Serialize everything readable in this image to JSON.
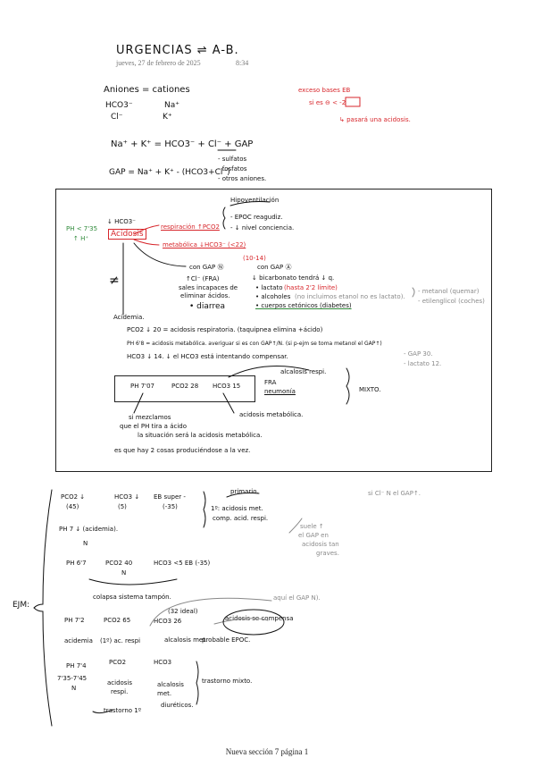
{
  "header": {
    "title": "URGENCIAS ⇌ A-B.",
    "date": "jueves, 27 de febrero de 2025",
    "time": "8:34"
  },
  "top_notes": {
    "aniones_cationes": "Aniones = cationes",
    "hco3": "HCO3⁻",
    "na": "Na⁺",
    "cl": "Cl⁻",
    "k": "K⁺",
    "eq1": "Na⁺ + K⁺ = HCO3⁻ + Cl⁻ + GAP",
    "list": [
      "- sulfatos",
      "- fosfatos",
      "- otros aniones."
    ],
    "eq2": "GAP = Na⁺ + K⁺ - (HCO3+Cl⁻)",
    "exceso_line1": "exceso bases EB",
    "exceso_line2": "si es ⊖ < -2",
    "exceso_line3": "↳ pasará una acidosis."
  },
  "box_notes": {
    "ph": "PH < 7'35",
    "h": "↑ H⁺",
    "hco3_down": "↓ HCO3⁻",
    "acidosis": "Acidosis",
    "respiracion": "respiración ↑PCO2",
    "hipoventilacion": "Hipoventilación",
    "epoc": "- EPOC reagudiz.",
    "nivel": "- ↓ nivel conciencia.",
    "metabolica": "metabólica ↓HCO3⁻ (<22)",
    "range": "(10-14)",
    "con_gap_n": "con GAP Ⓝ",
    "con_gap_up": "con GAP Ⓐ",
    "cl_fra": "↑Cl⁻ (FRA)",
    "sales": "sales incapaces de",
    "eliminar": "eliminar ácidos.",
    "diarrea": "• diarrea",
    "neq": "≠",
    "acidemia": "Acidemia.",
    "bicarbonato": "↓ bicarbonato tendrá ↓ q.",
    "lactato": "• lactato",
    "lactato_note": "(hasta 2'2 límite)",
    "alcoholes": "• alcoholes",
    "alcoholes_note": "(no incluimos etanol no es lactato).",
    "cuerpos": "• cuerpos cetónicos (diabetes)",
    "metanol": "- metanol (quemar)",
    "etilenglicol": "- etilenglicol (coches)",
    "pco2_line": "PCO2 ↓ 20 = acidosis respiratoria. (taquipnea elimina +ácido)",
    "ph_line": "PH 6'8 = acidosis metabólica. averiguar si es con GAP↑/N. (si p-ejm se toma metanol el GAP↑)",
    "gap30": "- GAP 30.",
    "lactato12": "- lactato 12.",
    "hco3_line": "HCO3 ↓ 14. ↓ el HCO3 está intentando compensar.",
    "ph_val": "PH 7'07",
    "pco2_val": "PCO2 28",
    "hco3_val": "HCO3 15",
    "alcalosis_respi": "alcalosis respi.",
    "fra": "FRA",
    "neumonia": "neumonía",
    "mixto": "MIXTO.",
    "acidosis_metabolica": "acidosis metabólica.",
    "si_mezclamos": "si mezclamos",
    "que_el": "que el PH tira a ácido",
    "situacion": "la situación será la acidosis metabólica.",
    "es_que": "es que hay 2 cosas produciéndose a la vez."
  },
  "lower_notes": {
    "ejm": "EJM:",
    "r1_pco2": "PCO2 ↓",
    "r1_45": "(45)",
    "r1_hco3": "HCO3 ↓",
    "r1_5": "(5)",
    "r1_eb": "EB super -",
    "r1_35": "(-35)",
    "r1_primario": "primario.",
    "r1_1": "1º: acidosis met.",
    "r1_comp": "comp. acid. respi.",
    "r1_gray": "si Cl⁻ N el GAP↑.",
    "r1_ph": "PH 7 ↓ (acidemia).",
    "r1_n": "N",
    "suele1": "suele ↑",
    "suele2": "el GAP en",
    "suele3": "acidosis tan",
    "suele4": "graves.",
    "r2_ph": "PH 6'7",
    "r2_pco2": "PCO2 40",
    "r2_n": "N",
    "r2_hco3": "HCO3 <5 EB (-35)",
    "colapsa": "colapsa sistema tampón.",
    "aqui": "aquí el GAP N).",
    "r3_ph": "PH 7'2",
    "r3_pco2": "PCO2 65",
    "r3_hco3": "HCO3 26",
    "r3_32": "(32 ideal)",
    "acidosis_se": "acidosis se compensa",
    "r3_acidemia": "acidemia",
    "r3_ac": "(1º) ac. respi",
    "r3_alcalosis": "alcalosis met.",
    "probable": "probable EPOC.",
    "r4_ph": "PH 7'4",
    "r4_735": "7'35-7'45",
    "r4_n": "N",
    "r4_pco2": "PCO2",
    "r4_acidosis": "acidosis",
    "r4_respi": "respi.",
    "r4_trastorno1": "trastorno 1º",
    "r4_hco3": "HCO3",
    "r4_alcalosis": "alcalosis",
    "r4_met": "met.",
    "r4_diureticos": "diuréticos.",
    "r4_mixto": "trastorno mixto."
  },
  "footer": {
    "page": "Nueva sección 7 página 1"
  }
}
